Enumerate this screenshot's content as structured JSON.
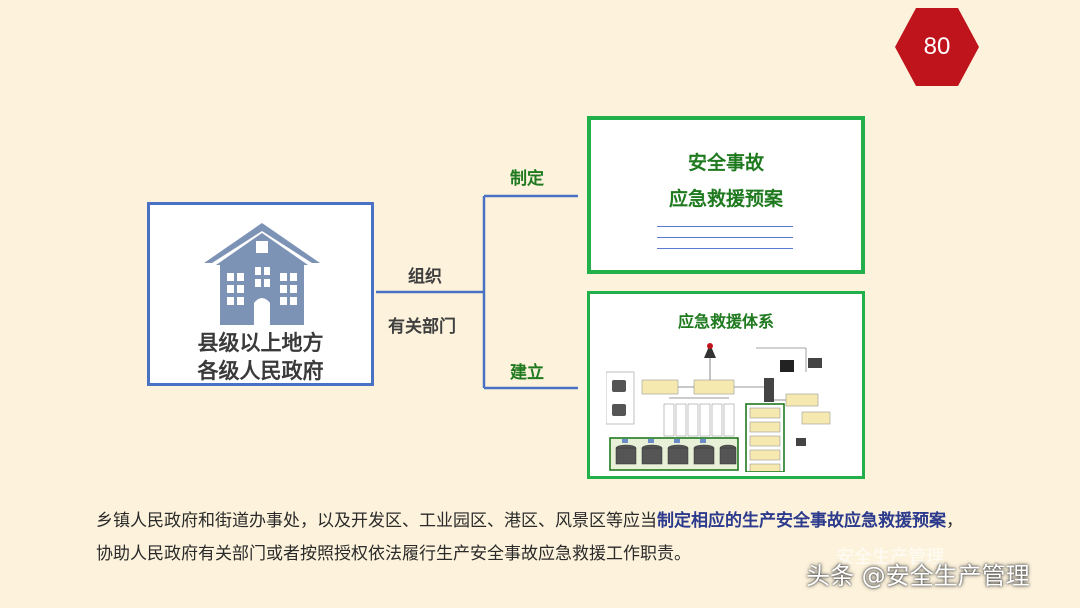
{
  "page_number": "80",
  "government_box": {
    "label_line1": "县级以上地方",
    "label_line2": "各级人民政府",
    "icon": "government-building-icon"
  },
  "connector": {
    "organize_line1": "组织",
    "organize_line2": "有关部门",
    "formulate": "制定",
    "establish": "建立"
  },
  "plan_box": {
    "title_line1": "安全事故",
    "title_line2": "应急救援预案"
  },
  "system_box": {
    "title": "应急救援体系"
  },
  "description": {
    "part1": "乡镇人民政府和街道办事处，以及开发区、工业园区、港区、风景区等应当",
    "highlight": "制定相应的生产安全事故应急救援预案",
    "part2": "，协助人民政府有关部门或者按照授权依法履行生产安全事故应急救援工作职责。"
  },
  "watermark": {
    "text": "头条 @安全生产管理",
    "faint_text": "安全生产管理"
  },
  "colors": {
    "background": "#fdf3dc",
    "badge": "#c0141c",
    "blue_border": "#4a72c4",
    "green_border": "#22b04b",
    "green_text": "#1f7a1f",
    "highlight_text": "#2b3a8c"
  }
}
